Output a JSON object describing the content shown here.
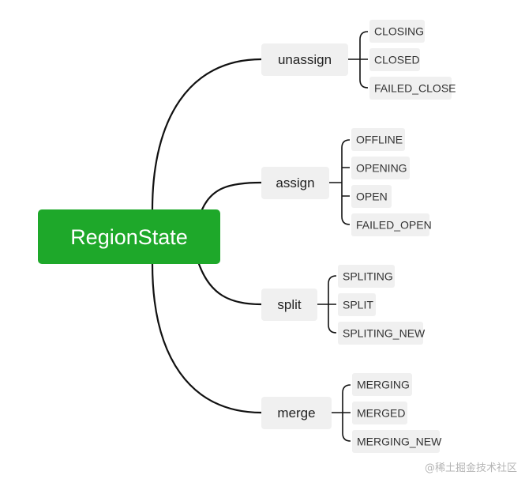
{
  "root": {
    "label": "RegionState"
  },
  "branches": [
    {
      "label": "unassign",
      "children": [
        "CLOSING",
        "CLOSED",
        "FAILED_CLOSE"
      ]
    },
    {
      "label": "assign",
      "children": [
        "OFFLINE",
        "OPENING",
        "OPEN",
        "FAILED_OPEN"
      ]
    },
    {
      "label": "split",
      "children": [
        "SPLITING",
        "SPLIT",
        "SPLITING_NEW"
      ]
    },
    {
      "label": "merge",
      "children": [
        "MERGING",
        "MERGED",
        "MERGING_NEW"
      ]
    }
  ],
  "watermark": "@稀土掘金技术社区",
  "colors": {
    "root": "#1ea82a",
    "node_bg": "#f0f0f0",
    "line": "#111111"
  }
}
